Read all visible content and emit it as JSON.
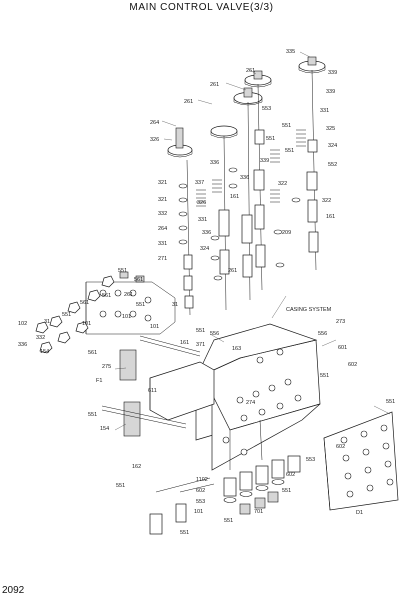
{
  "title": "MAIN CONTROL VALVE(3/3)",
  "page_number": "2092",
  "annotation": "CASING SYSTEM",
  "callouts": [
    {
      "id": "c01",
      "text": "335"
    },
    {
      "id": "c02",
      "text": "261"
    },
    {
      "id": "c03",
      "text": "339"
    },
    {
      "id": "c04",
      "text": "261"
    },
    {
      "id": "c05",
      "text": "339"
    },
    {
      "id": "c06",
      "text": "261"
    },
    {
      "id": "c07",
      "text": "553"
    },
    {
      "id": "c08",
      "text": "331"
    },
    {
      "id": "c09",
      "text": "264"
    },
    {
      "id": "c10",
      "text": "325"
    },
    {
      "id": "c11",
      "text": "551"
    },
    {
      "id": "c12",
      "text": "324"
    },
    {
      "id": "c13",
      "text": "326"
    },
    {
      "id": "c14",
      "text": "551"
    },
    {
      "id": "c15",
      "text": "551"
    },
    {
      "id": "c16",
      "text": "552"
    },
    {
      "id": "c17",
      "text": "336"
    },
    {
      "id": "c18",
      "text": "339"
    },
    {
      "id": "c19",
      "text": "321"
    },
    {
      "id": "c20",
      "text": "337"
    },
    {
      "id": "c21",
      "text": "336"
    },
    {
      "id": "c22",
      "text": "322"
    },
    {
      "id": "c23",
      "text": "322"
    },
    {
      "id": "c24",
      "text": "321"
    },
    {
      "id": "c25",
      "text": "326"
    },
    {
      "id": "c26",
      "text": "161"
    },
    {
      "id": "c27",
      "text": "332"
    },
    {
      "id": "c28",
      "text": "331"
    },
    {
      "id": "c29",
      "text": "161"
    },
    {
      "id": "c30",
      "text": "264"
    },
    {
      "id": "c31",
      "text": "336"
    },
    {
      "id": "c32",
      "text": "209"
    },
    {
      "id": "c33",
      "text": "331"
    },
    {
      "id": "c34",
      "text": "324"
    },
    {
      "id": "c35",
      "text": "271"
    },
    {
      "id": "c36",
      "text": "261"
    },
    {
      "id": "c37",
      "text": "551"
    },
    {
      "id": "c38",
      "text": "561"
    },
    {
      "id": "c39",
      "text": "561"
    },
    {
      "id": "c40",
      "text": "561"
    },
    {
      "id": "c41",
      "text": "261"
    },
    {
      "id": "c42",
      "text": "551"
    },
    {
      "id": "c43",
      "text": "31"
    },
    {
      "id": "c44",
      "text": "101"
    },
    {
      "id": "c45",
      "text": "551"
    },
    {
      "id": "c46",
      "text": "31"
    },
    {
      "id": "c47",
      "text": "101"
    },
    {
      "id": "c48",
      "text": "102"
    },
    {
      "id": "c49",
      "text": "332"
    },
    {
      "id": "c50",
      "text": "336"
    },
    {
      "id": "c51",
      "text": "154"
    },
    {
      "id": "c52",
      "text": "101"
    },
    {
      "id": "c53",
      "text": "551"
    },
    {
      "id": "c54",
      "text": "556"
    },
    {
      "id": "c55",
      "text": "556"
    },
    {
      "id": "c56",
      "text": "273"
    },
    {
      "id": "c57",
      "text": "161"
    },
    {
      "id": "c58",
      "text": "371"
    },
    {
      "id": "c59",
      "text": "163"
    },
    {
      "id": "c60",
      "text": "601"
    },
    {
      "id": "c61",
      "text": "561"
    },
    {
      "id": "c62",
      "text": "275"
    },
    {
      "id": "c63",
      "text": "551"
    },
    {
      "id": "c64",
      "text": "602"
    },
    {
      "id": "c65",
      "text": "611"
    },
    {
      "id": "c66",
      "text": "551"
    },
    {
      "id": "c67",
      "text": "154"
    },
    {
      "id": "c68",
      "text": "274"
    },
    {
      "id": "c69",
      "text": "602"
    },
    {
      "id": "c70",
      "text": "553"
    },
    {
      "id": "c71",
      "text": "602"
    },
    {
      "id": "c72",
      "text": "551"
    },
    {
      "id": "c73",
      "text": "162"
    },
    {
      "id": "c74",
      "text": "551"
    },
    {
      "id": "c75",
      "text": "1102"
    },
    {
      "id": "c76",
      "text": "D1"
    },
    {
      "id": "c77",
      "text": "F1"
    },
    {
      "id": "c78",
      "text": "551"
    },
    {
      "id": "c79",
      "text": "602"
    },
    {
      "id": "c80",
      "text": "553"
    },
    {
      "id": "c81",
      "text": "101"
    },
    {
      "id": "c82",
      "text": "551"
    },
    {
      "id": "c83",
      "text": "551"
    },
    {
      "id": "c84",
      "text": "701"
    }
  ]
}
